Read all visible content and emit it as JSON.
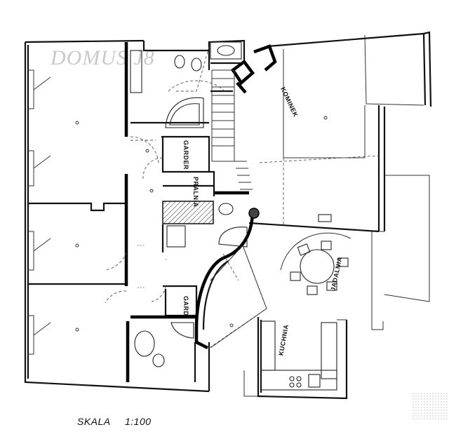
{
  "watermark": "DOMUS J8",
  "scale_label": "SKALA",
  "scale_value": "1:100",
  "rooms": {
    "kominek": "KOMINEK",
    "garder": "GARDER",
    "pralnia": "PRALNIA",
    "gard": "GARD",
    "kuchnia": "KUCHNIA",
    "jadalnia": "JADALNIA"
  }
}
